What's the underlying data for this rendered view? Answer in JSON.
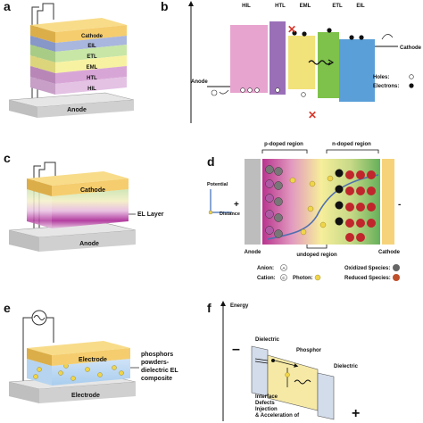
{
  "panels": {
    "a": {
      "letter": "a",
      "layers": [
        "Cathode",
        "EIL",
        "ETL",
        "EML",
        "HTL",
        "HIL",
        "Anode"
      ],
      "colors": {
        "Cathode": "#f5cd6e",
        "EIL": "#a9b6dd",
        "ETL": "#c8e6a6",
        "EML": "#f7f2a2",
        "HTL": "#d8a6d6",
        "HIL": "#e4c2e4",
        "Anode": "#d9d9d9"
      }
    },
    "b": {
      "letter": "b",
      "top_labels": [
        "HIL",
        "HTL",
        "EML",
        "ETL",
        "EIL"
      ],
      "anode": "Anode",
      "cathode": "Cathode",
      "holes": "Holes:",
      "electrons": "Electrons:",
      "colors": {
        "HIL": "#e7a4cf",
        "HTL": "#9a6fb7",
        "EML": "#f2e27a",
        "ETL": "#7ec24b",
        "EIL": "#5a9fd8"
      }
    },
    "c": {
      "letter": "c",
      "cathode": "Cathode",
      "el_layer": "EL Layer",
      "anode": "Anode"
    },
    "d": {
      "letter": "d",
      "p_region": "p-doped region",
      "n_region": "n-doped region",
      "potential": "Potential",
      "distance": "Distance",
      "plus": "+",
      "minus": "-",
      "anode": "Anode",
      "cathode": "Cathode",
      "undoped": "undoped region",
      "anion": "Anion:",
      "cation": "Cation:",
      "photon": "Photon:",
      "oxidized": "Oxidized Species:",
      "reduced": "Reduced Species:",
      "anion_sym": "A",
      "cation_sym": "C"
    },
    "e": {
      "letter": "e",
      "electrode_top": "Electrode",
      "electrode_bottom": "Electrode",
      "composite": [
        "phosphors",
        "powders-",
        "dielectric EL",
        "composite"
      ]
    },
    "f": {
      "letter": "f",
      "energy": "Energy",
      "dielectric_left": "Dielectric",
      "phosphor": "Phosphor",
      "dielectric_right": "Dielectric",
      "minus": "–",
      "plus": "+",
      "notes": [
        "Interface",
        "Defects",
        "Injection",
        "& Acceleration of"
      ]
    }
  }
}
